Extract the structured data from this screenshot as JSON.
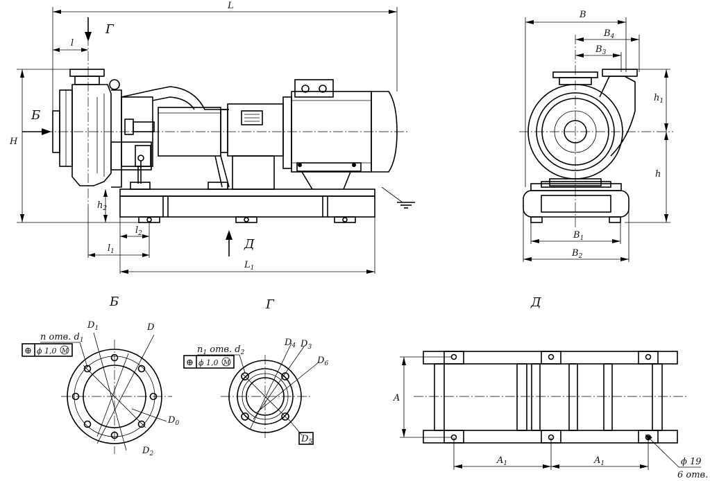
{
  "views": {
    "b": "Б",
    "g": "Г",
    "d": "Д"
  },
  "dims": {
    "L": "L",
    "l": "l",
    "H": "H",
    "h2": "h",
    "h2_sub": "2",
    "l2": "l",
    "l2_sub": "2",
    "l1": "l",
    "l1_sub": "1",
    "L1": "L",
    "L1_sub": "1",
    "B": "B",
    "B4": "B",
    "B4_sub": "4",
    "B3": "B",
    "B3_sub": "3",
    "h1": "h",
    "h1_sub": "1",
    "h": "h",
    "B1": "B",
    "B1_sub": "1",
    "B2": "B",
    "B2_sub": "2",
    "A": "A",
    "A1_left": "A",
    "A1_right": "A",
    "A1_sub": "1",
    "D1": "D",
    "D1_sub": "1",
    "D": "D",
    "D0": "D",
    "D0_sub": "0",
    "D2": "D",
    "D2_sub": "2",
    "D4": "D",
    "D4_sub": "4",
    "D3": "D",
    "D3_sub": "3",
    "D6": "D",
    "D6_sub": "6",
    "D5": "D",
    "D5_sub": "5"
  },
  "callouts": {
    "holes_b": "n отв. d",
    "holes_b_sub": "1",
    "holes_g": "n",
    "holes_g_sub": "1",
    "holes_g_rest": " отв. d",
    "holes_g_sub2": "2",
    "tol_value": "ϕ 1,0",
    "tol_mod": "M",
    "tol_symbol": "⊕",
    "hole_dia": "ϕ 19",
    "hole_count": "6 отв."
  }
}
